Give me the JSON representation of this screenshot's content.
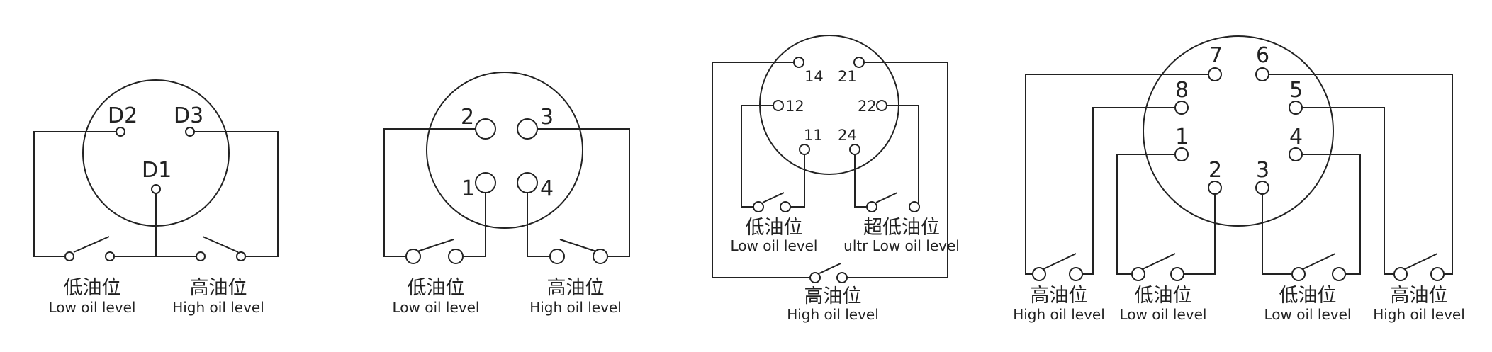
{
  "d1": {
    "pins": [
      "D2",
      "D3",
      "D1"
    ],
    "left": {
      "cn": "低油位",
      "en": "Low oil level"
    },
    "right": {
      "cn": "高油位",
      "en": "High oil level"
    }
  },
  "d2": {
    "pins": [
      "2",
      "3",
      "1",
      "4"
    ],
    "left": {
      "cn": "低油位",
      "en": "Low oil level"
    },
    "right": {
      "cn": "高油位",
      "en": "High oil level"
    }
  },
  "d3": {
    "pins": [
      "14",
      "21",
      "12",
      "22",
      "11",
      "24"
    ],
    "left": {
      "cn": "低油位",
      "en": "Low oil level"
    },
    "right": {
      "cn": "超低油位",
      "en": "ultr Low oil level"
    },
    "bottom": {
      "cn": "高油位",
      "en": "High oil level"
    }
  },
  "d4": {
    "pins": [
      "7",
      "6",
      "8",
      "5",
      "1",
      "4",
      "2",
      "3"
    ],
    "s1": {
      "cn": "高油位",
      "en": "High oil level"
    },
    "s2": {
      "cn": "低油位",
      "en": "Low oil level"
    },
    "s3": {
      "cn": "低油位",
      "en": "Low oil level"
    },
    "s4": {
      "cn": "高油位",
      "en": "High oil level"
    }
  }
}
